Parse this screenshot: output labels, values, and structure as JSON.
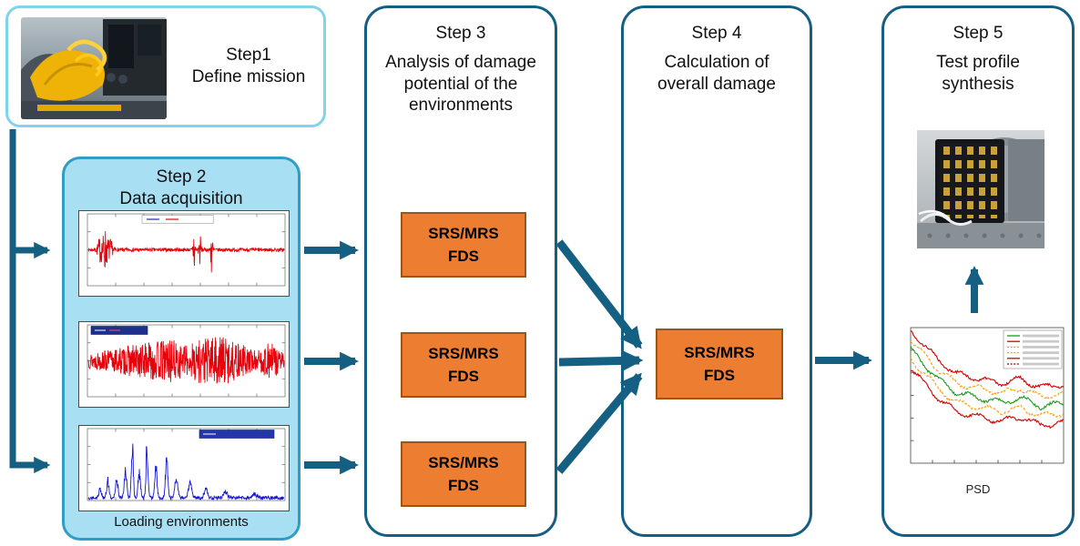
{
  "colors": {
    "arrow": "#156082",
    "panel_border": "#156082",
    "step1_border": "#7fd4ea",
    "step2_fill": "#a9dff2",
    "step2_border": "#2f9ec4",
    "orange_fill": "#ED7D31",
    "orange_border": "#9a5517"
  },
  "step1": {
    "title": "Step1",
    "subtitle": "Define mission"
  },
  "step2": {
    "title": "Step 2",
    "subtitle": "Data acquisition",
    "caption": "Loading environments"
  },
  "step3": {
    "title": "Step 3",
    "subtitle": "Analysis of damage potential of the environments",
    "boxes": [
      {
        "top": "SRS/MRS",
        "bottom": "FDS"
      },
      {
        "top": "SRS/MRS",
        "bottom": "FDS"
      },
      {
        "top": "SRS/MRS",
        "bottom": "FDS"
      }
    ]
  },
  "step4": {
    "title": "Step 4",
    "subtitle": "Calculation of overall damage",
    "box": {
      "top": "SRS/MRS",
      "bottom": "FDS"
    }
  },
  "step5": {
    "title": "Step 5",
    "subtitle": "Test profile synthesis",
    "chart_caption": "PSD"
  },
  "chart_data": [
    {
      "id": "time-history-1",
      "type": "line",
      "render": "transient",
      "description": "Red transient acceleration time history with burst near start and two large shock events mid-record; axis tick labels not legible",
      "color": "#e8000b",
      "seed": 7,
      "noise": 0.05,
      "spikes": [
        {
          "x": 0.06,
          "a": 0.35,
          "w": 0.01
        },
        {
          "x": 0.085,
          "a": 0.6,
          "w": 0.008
        },
        {
          "x": 0.11,
          "a": 0.3,
          "w": 0.01
        },
        {
          "x": 0.54,
          "a": 1.0,
          "w": 0.0035
        },
        {
          "x": 0.57,
          "a": 0.45,
          "w": 0.005
        },
        {
          "x": 0.63,
          "a": 0.85,
          "w": 0.0035
        }
      ]
    },
    {
      "id": "time-history-2",
      "type": "line",
      "render": "random",
      "description": "Red stationary random vibration time history with varying envelope; axis tick labels not legible",
      "color": "#e8000b",
      "seed": 13,
      "envelope": [
        [
          0,
          0.22
        ],
        [
          0.08,
          0.3
        ],
        [
          0.18,
          0.42
        ],
        [
          0.3,
          0.55
        ],
        [
          0.42,
          0.65
        ],
        [
          0.5,
          0.45
        ],
        [
          0.58,
          0.7
        ],
        [
          0.68,
          0.75
        ],
        [
          0.78,
          0.5
        ],
        [
          0.86,
          0.3
        ],
        [
          0.93,
          0.55
        ],
        [
          1,
          0.35
        ]
      ]
    },
    {
      "id": "spectrum-3",
      "type": "line",
      "render": "spectrum",
      "description": "Blue spectrum with sharp resonance peaks concentrated in the lower-middle frequency range; axis tick labels not legible",
      "color": "#1414d4",
      "seed": 29,
      "floor": 0.05,
      "peaks": [
        {
          "x": 0.06,
          "a": 0.18,
          "w": 0.006
        },
        {
          "x": 0.1,
          "a": 0.3,
          "w": 0.006
        },
        {
          "x": 0.145,
          "a": 0.42,
          "w": 0.006
        },
        {
          "x": 0.19,
          "a": 0.6,
          "w": 0.006
        },
        {
          "x": 0.225,
          "a": 0.95,
          "w": 0.005
        },
        {
          "x": 0.26,
          "a": 0.5,
          "w": 0.006
        },
        {
          "x": 0.3,
          "a": 1.0,
          "w": 0.005
        },
        {
          "x": 0.345,
          "a": 0.55,
          "w": 0.006
        },
        {
          "x": 0.4,
          "a": 0.7,
          "w": 0.006
        },
        {
          "x": 0.45,
          "a": 0.4,
          "w": 0.007
        },
        {
          "x": 0.52,
          "a": 0.28,
          "w": 0.008
        },
        {
          "x": 0.6,
          "a": 0.2,
          "w": 0.008
        },
        {
          "x": 0.7,
          "a": 0.12,
          "w": 0.01
        },
        {
          "x": 0.85,
          "a": 0.07,
          "w": 0.012
        }
      ]
    },
    {
      "id": "psd",
      "type": "line",
      "render": "psd",
      "caption": "PSD",
      "description": "Synthesized PSD test profile: green mean curve with red solid outer envelopes and orange dotted inner tolerance curves, decreasing with frequency; legend text not legible",
      "seed": 57,
      "base": [
        [
          0,
          0.16
        ],
        [
          0.08,
          0.26
        ],
        [
          0.18,
          0.38
        ],
        [
          0.3,
          0.48
        ],
        [
          0.45,
          0.52
        ],
        [
          0.6,
          0.55
        ],
        [
          0.72,
          0.52
        ],
        [
          0.85,
          0.58
        ],
        [
          1,
          0.56
        ]
      ],
      "series": [
        {
          "color": "#d40000",
          "offset": -0.14
        },
        {
          "color": "#ff9900",
          "offset": -0.07,
          "dash": true
        },
        {
          "color": "#1a9e1a",
          "offset": 0
        },
        {
          "color": "#ff9900",
          "offset": 0.07,
          "dash": true
        },
        {
          "color": "#d40000",
          "offset": 0.14
        }
      ],
      "legend": [
        {
          "color": "#1a9e1a"
        },
        {
          "color": "#d40000"
        },
        {
          "color": "#ff9900",
          "dash": true
        },
        {
          "color": "#ff9900",
          "dash": true
        },
        {
          "color": "#d40000"
        },
        {
          "color": "#8b0000",
          "dash": true
        }
      ]
    }
  ]
}
